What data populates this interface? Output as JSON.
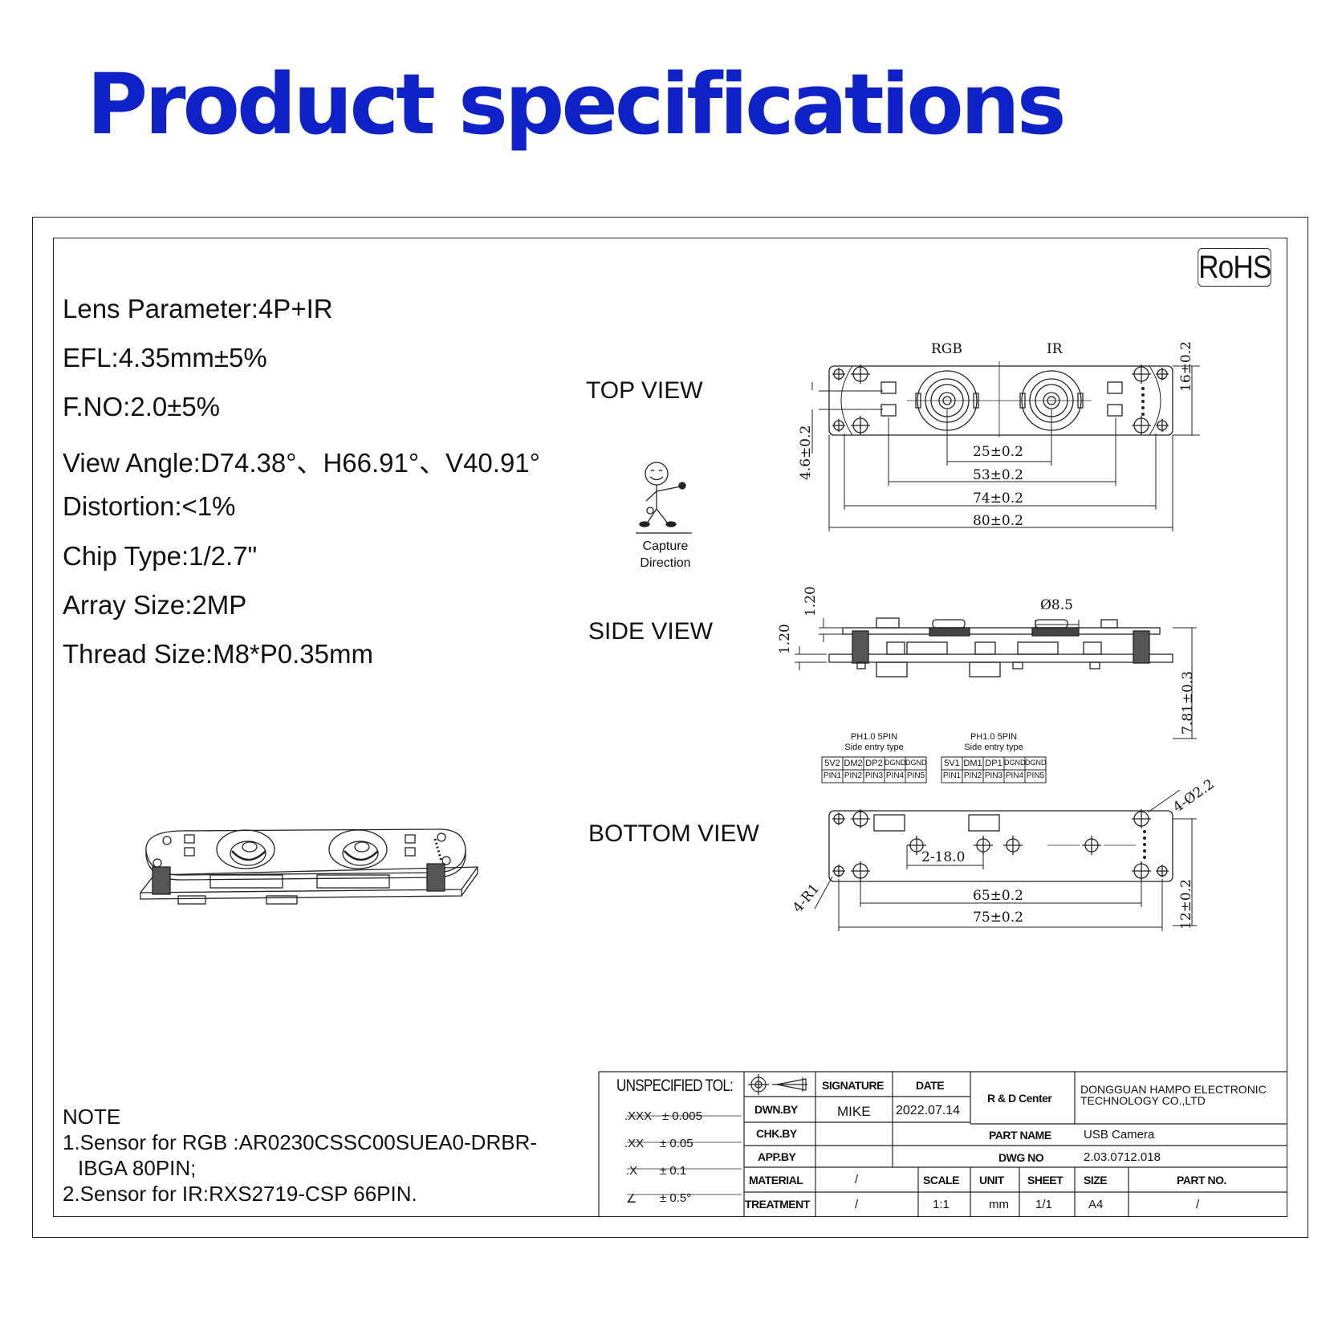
{
  "page": {
    "title": "Product specifications",
    "rohs": "RoHS"
  },
  "specs": [
    "Lens Parameter:4P+IR",
    "EFL:4.35mm±5%",
    "F.NO:2.0±5%",
    "View Angle:D74.38°、H66.91°、V40.91°",
    "Distortion:<1%",
    "Chip Type:1/2.7\"",
    "Array Size:2MP",
    "Thread Size:M8*P0.35mm"
  ],
  "views": {
    "top": "TOP VIEW",
    "side": "SIDE VIEW",
    "bottom": "BOTTOM VIEW",
    "capture_line1": "Capture",
    "capture_line2": "Direction"
  },
  "drawing": {
    "rgb_label": "RGB",
    "ir_label": "IR",
    "dim_25": "25±0.2",
    "dim_53": "53±0.2",
    "dim_74": "74±0.2",
    "dim_80": "80±0.2",
    "dim_16": "16±0.2",
    "dim_46": "4.6±0.2",
    "dim_120a": "1.20",
    "dim_120b": "1.20",
    "dim_85": "Ø8.5",
    "dim_781": "7.81±0.3",
    "dim_2180": "2-18.0",
    "dim_65": "65±0.2",
    "dim_75": "75±0.2",
    "dim_12": "12±0.2",
    "dim_4r1": "4-R1",
    "dim_4d22": "4-Ø2.2"
  },
  "connectors": [
    {
      "title": "PH1.0 5PIN",
      "subtitle": "Side entry type",
      "signals": [
        "5V2",
        "DM2",
        "DP2",
        "DGND",
        "DGND"
      ],
      "pins": [
        "PIN1",
        "PIN2",
        "PIN3",
        "PIN4",
        "PIN5"
      ]
    },
    {
      "title": "PH1.0 5PIN",
      "subtitle": "Side entry type",
      "signals": [
        "5V1",
        "DM1",
        "DP1",
        "DGND",
        "DGND"
      ],
      "pins": [
        "PIN1",
        "PIN2",
        "PIN3",
        "PIN4",
        "PIN5"
      ]
    }
  ],
  "notes": {
    "heading": "NOTE",
    "line1": "1.Sensor for RGB :AR0230CSSC00SUEA0-DRBR-",
    "line2": "IBGA 80PIN;",
    "line3": "2.Sensor for IR:RXS2719-CSP 66PIN."
  },
  "title_block": {
    "unspecified_tol": "UNSPECIFIED TOL:",
    "tol_xxx": ".XXX",
    "tol_xxx_val": "±  0.005",
    "tol_xx": ".XX",
    "tol_xx_val": "±  0.05",
    "tol_x": ".X",
    "tol_x_val": "±  0.1",
    "tol_angle": "∠",
    "tol_angle_val": "±  0.5°",
    "signature": "SIGNATURE",
    "date": "DATE",
    "dwn_by": "DWN.BY",
    "dwn_by_name": "MIKE",
    "dwn_by_date": "2022.07.14",
    "chk_by": "CHK.BY",
    "app_by": "APP.BY",
    "material": "MATERIAL",
    "material_val": "/",
    "treatment": "TREATMENT",
    "treatment_val": "/",
    "scale": "SCALE",
    "scale_val": "1:1",
    "unit": "UNIT",
    "unit_val": "mm",
    "sheet": "SHEET",
    "sheet_val": "1/1",
    "size": "SIZE",
    "size_val": "A4",
    "part_no": "PART NO.",
    "part_no_val": "/",
    "rd_center": "R & D Center",
    "company_line1": "DONGGUAN HAMPO ELECTRONIC",
    "company_line2": "TECHNOLOGY CO.,LTD",
    "part_name": "PART NAME",
    "part_name_val": "USB  Camera",
    "dwg_no": "DWG NO",
    "dwg_no_val": "2.03.0712.018"
  }
}
